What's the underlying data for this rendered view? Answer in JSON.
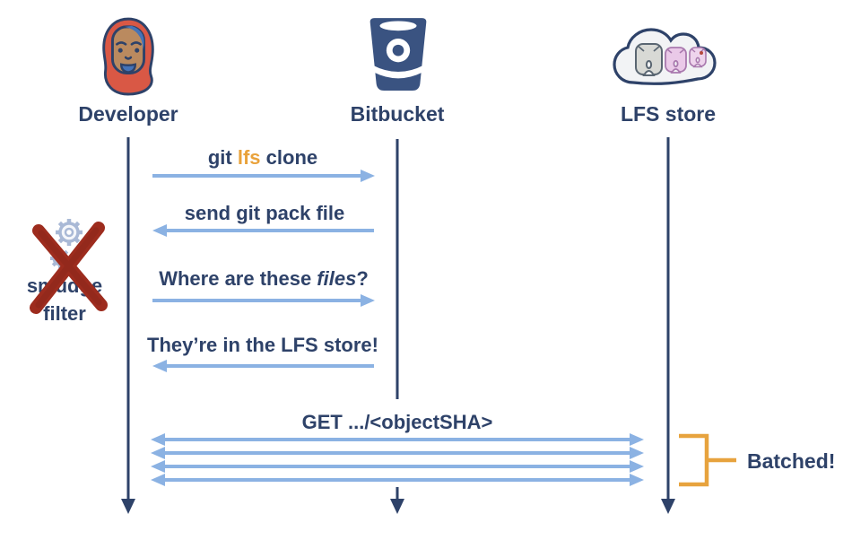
{
  "diagram_type": "sequence-diagram",
  "actors": [
    {
      "name": "Developer",
      "icon": "developer-avatar-icon"
    },
    {
      "name": "Bitbucket",
      "icon": "bitbucket-bucket-icon"
    },
    {
      "name": "LFS store",
      "icon": "lfs-store-cloud-icon"
    }
  ],
  "messages": [
    {
      "from": "Developer",
      "to": "Bitbucket",
      "direction": "right",
      "parts": [
        {
          "text": "git "
        },
        {
          "text": "lfs",
          "style": "highlight-orange"
        },
        {
          "text": " clone"
        }
      ]
    },
    {
      "from": "Bitbucket",
      "to": "Developer",
      "direction": "left",
      "parts": [
        {
          "text": "send git pack file"
        }
      ]
    },
    {
      "from": "Developer",
      "to": "Bitbucket",
      "direction": "right",
      "parts": [
        {
          "text": "Where are these "
        },
        {
          "text": "files",
          "style": "italic"
        },
        {
          "text": "?"
        }
      ]
    },
    {
      "from": "Bitbucket",
      "to": "Developer",
      "direction": "left",
      "parts": [
        {
          "text": "They’re in the LFS store!"
        }
      ]
    },
    {
      "from": "Developer",
      "to": "LFS store",
      "direction": "both",
      "arrow_count": 4,
      "parts": [
        {
          "text": "GET .../<objectSHA>"
        }
      ]
    }
  ],
  "annotations": {
    "smudge_filter": {
      "line1": "smudge",
      "line2": "filter",
      "icon": "gears-icon",
      "crossed_out": true,
      "cross_icon": "red-x-brush-icon"
    },
    "batched": {
      "label": "Batched!",
      "bracket_icon": "orange-bracket-icon"
    }
  },
  "colors": {
    "navy_text": "#2e4269",
    "lifeline_navy": "#2e4269",
    "arrow_blue": "#8bb2e3",
    "highlight_orange": "#e9a23b",
    "bracket_orange": "#e7a33e",
    "red_x": "#9d2c1e",
    "bucket_blue": "#3a5381",
    "hijab_red": "#d95845",
    "skin_tan": "#ba8a5f",
    "hair_blue": "#4573b8",
    "cloud_fill": "#f2f3f5",
    "elephant_gray": "#d8d9d5",
    "elephant_pink": "#eac9e8"
  }
}
